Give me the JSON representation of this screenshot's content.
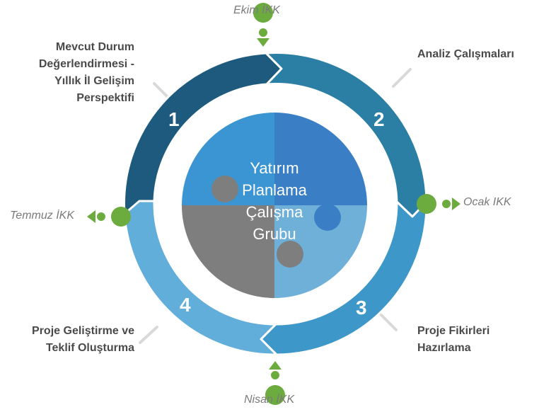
{
  "center": {
    "lines": [
      "Yatırım",
      "Planlama",
      "Çalışma",
      "Grubu"
    ]
  },
  "steps": [
    {
      "number": "1",
      "label_lines": [
        "Mevcut Durum",
        "Değerlendirmesi -",
        "Yıllık İl Gelişim",
        "Perspektifi"
      ],
      "color": "#1d5a7d"
    },
    {
      "number": "2",
      "label_lines": [
        "Analiz Çalışmaları"
      ],
      "color": "#2b7ea4"
    },
    {
      "number": "3",
      "label_lines": [
        "Proje Fikirleri",
        "Hazırlama"
      ],
      "color": "#3d98c9"
    },
    {
      "number": "4",
      "label_lines": [
        "Proje Geliştirme ve",
        "Teklif Oluşturma"
      ],
      "color": "#62aedb"
    }
  ],
  "meetings": {
    "top": "Ekim İKK",
    "right": "Ocak IKK",
    "bottom": "Nisan İKK",
    "left": "Temmuz İKK"
  },
  "colors": {
    "pin": "#6cac3f",
    "connector": "#d9d9d9",
    "puzzle_top_left": "#3b95d2",
    "puzzle_top_right": "#3a7fc6",
    "puzzle_bottom_left": "#7e7e7e",
    "puzzle_bottom_right": "#6fb0d9",
    "label_text": "#4a4a4a",
    "meeting_text": "#7a7a7a"
  },
  "icons": [
    "location-pin-icon"
  ]
}
